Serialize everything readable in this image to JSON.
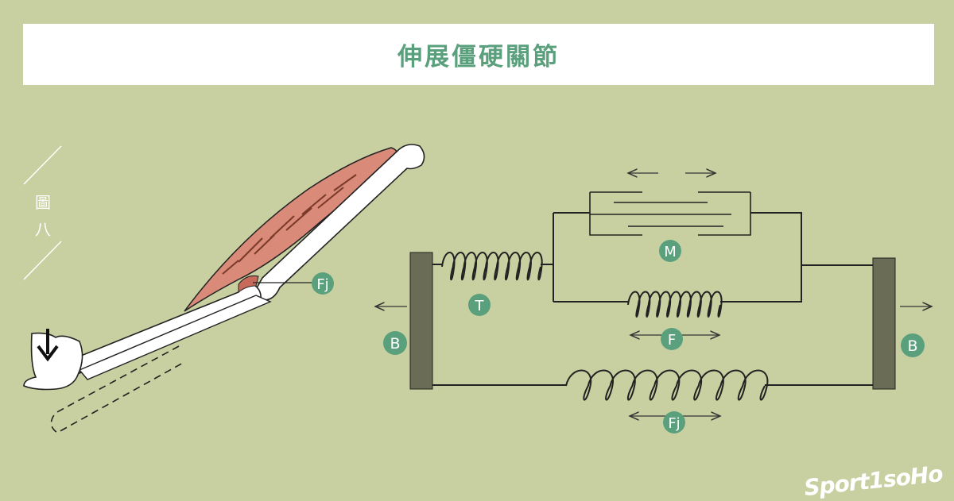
{
  "title": "伸展僵硬關節",
  "figure_label": [
    "圖",
    "八"
  ],
  "labels": {
    "fj_arm": "Fj",
    "m": "M",
    "t": "T",
    "f": "F",
    "b_left": "B",
    "b_right": "B",
    "fj_spring": "Fj"
  },
  "logo": "Sport1soHo",
  "colors": {
    "background": "#c8d0a1",
    "accent": "#5aa07d",
    "muscle": "#d98a78",
    "block": "#6b6c55",
    "line": "#222222"
  }
}
